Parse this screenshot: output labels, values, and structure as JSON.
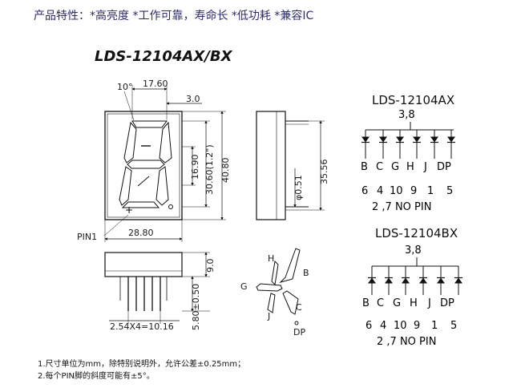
{
  "header": {
    "features": "产品特性：*高亮度 *工作可靠，寿命长 *低功耗 *兼容IC"
  },
  "model_title": "LDS-12104AX/BX",
  "front_view": {
    "angle_label": "10°",
    "top_width": "17.60",
    "slant_offset": "3.0",
    "digit_height": "16.90",
    "digit_height_total": "30.60(1.2\")",
    "body_height": "40.80",
    "body_width": "28.80",
    "pin1_label": "PIN1"
  },
  "side_view": {
    "pin_diameter": "φ0.51",
    "body_depth": "35.56"
  },
  "bottom_view": {
    "height": "9.0",
    "pin_length": "5.80±0.50",
    "pin_pitch": "2.54X4=10.16"
  },
  "segment_map": {
    "labels": [
      "H",
      "B",
      "G",
      "C",
      "J",
      "DP"
    ]
  },
  "circuit_ax": {
    "title": "LDS-12104AX",
    "common": "3,8",
    "segments": [
      "B",
      "C",
      "G",
      "H",
      "J",
      "DP"
    ],
    "pins": [
      "6",
      "4",
      "10",
      "9",
      "1",
      "5"
    ],
    "footer": "2 ,7 NO PIN"
  },
  "circuit_bx": {
    "title": "LDS-12104BX",
    "common": "3,8",
    "segments": [
      "B",
      "C",
      "G",
      "H",
      "J",
      "DP"
    ],
    "pins": [
      "6",
      "4",
      "10",
      "9",
      "1",
      "5"
    ],
    "footer": "2 ,7 NO PIN"
  },
  "notes": [
    "1.尺寸单位为mm，除特别说明外，允许公差±0.25mm；",
    "2.每个PIN脚的斜度可能有±5°。"
  ]
}
